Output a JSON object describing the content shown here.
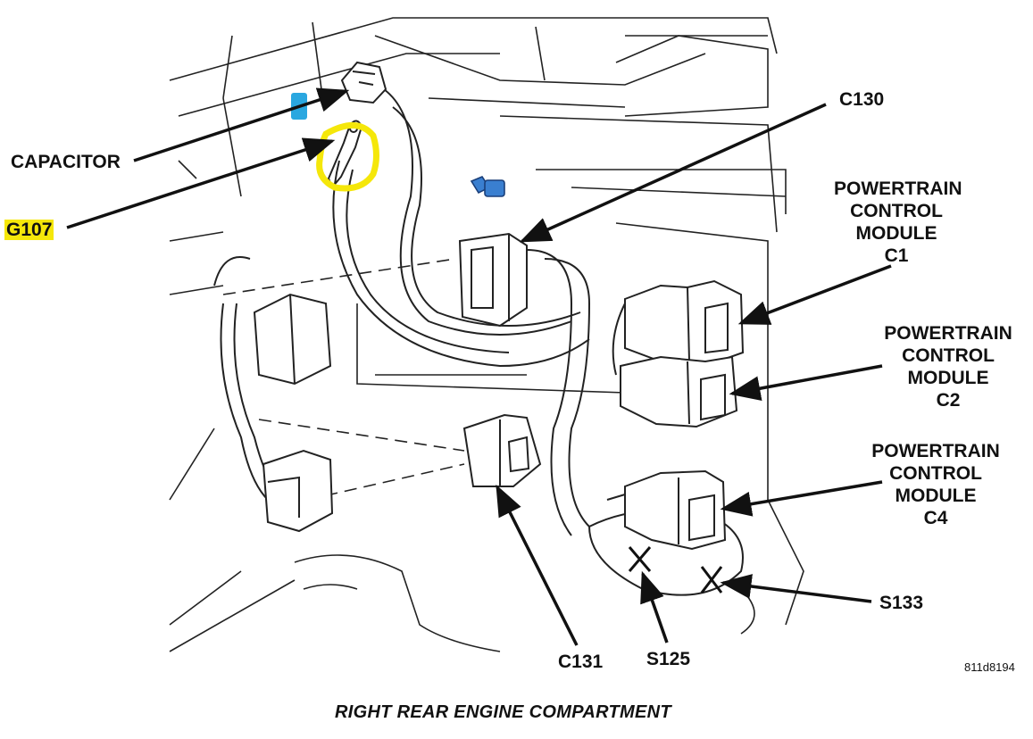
{
  "labels": {
    "capacitor": "CAPACITOR",
    "g107": "G107",
    "c130": "C130",
    "pcm_c1": [
      "POWERTRAIN",
      "CONTROL",
      "MODULE",
      "C1"
    ],
    "pcm_c2": [
      "POWERTRAIN",
      "CONTROL",
      "MODULE",
      "C2"
    ],
    "pcm_c4": [
      "POWERTRAIN",
      "CONTROL",
      "MODULE",
      "C4"
    ],
    "s133": "S133",
    "c131": "C131",
    "s125": "S125"
  },
  "doc_id": "811d8194",
  "caption": "RIGHT REAR ENGINE COMPARTMENT",
  "colors": {
    "line": "#111111",
    "highlight_yellow": "#f5e70a",
    "highlight_blue": "#2aa7e0",
    "bolt_blue": "#3a7fd0"
  }
}
